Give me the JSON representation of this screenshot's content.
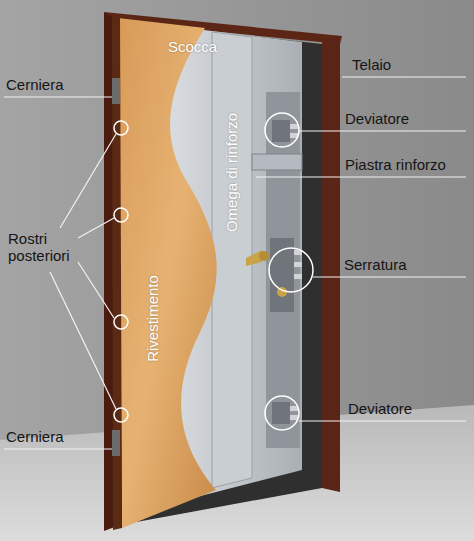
{
  "diagram": {
    "labels": [
      "Cerniera",
      "Scocca",
      "Telaio",
      "Deviatore",
      "Omega di rinforzo",
      "Piastra rinforzo",
      "Rostri posteriori",
      "Serratura",
      "Rivestimento",
      "Cerniera",
      "Deviatore"
    ]
  }
}
